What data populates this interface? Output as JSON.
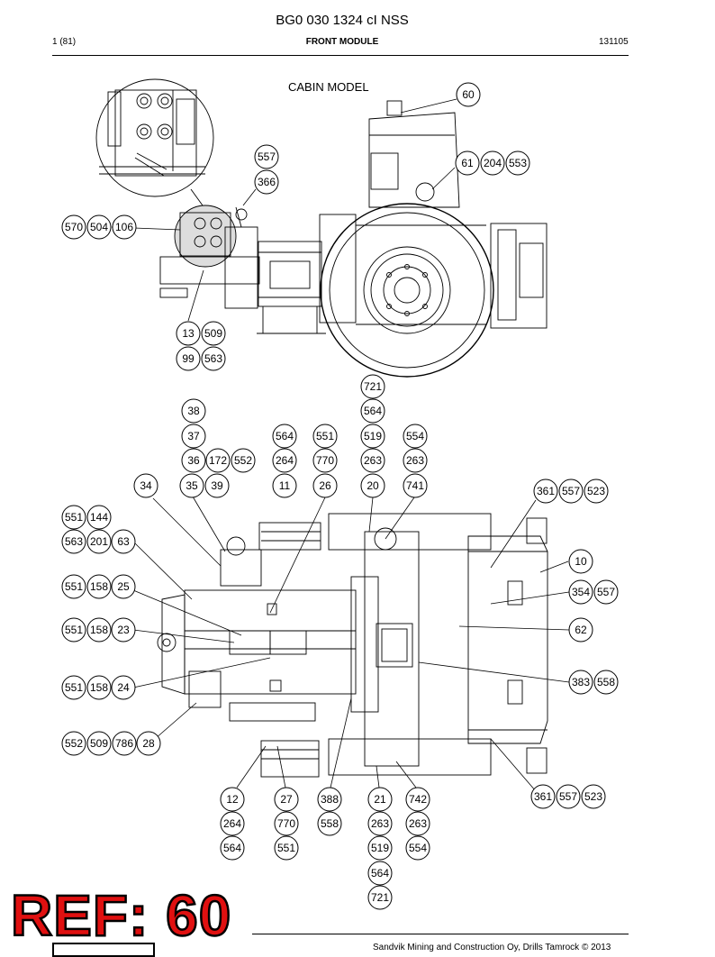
{
  "header": {
    "title": "BG0 030 1324 cI NSS",
    "page": "1 (81)",
    "section": "FRONT MODULE",
    "date": "131105"
  },
  "caption": "CABIN MODEL",
  "footer": "Sandvik Mining and Construction Oy, Drills Tamrock © 2013",
  "stamp": "REF: 60",
  "callouts": [
    "60",
    "557",
    "366",
    "61",
    "204",
    "553",
    "570",
    "504",
    "106",
    "13",
    "509",
    "99",
    "563",
    "721",
    "564",
    "38",
    "37",
    "36",
    "172",
    "552",
    "35",
    "39",
    "34",
    "564",
    "264",
    "11",
    "551",
    "770",
    "26",
    "519",
    "263",
    "20",
    "554",
    "263",
    "741",
    "361",
    "557",
    "523",
    "551",
    "144",
    "563",
    "201",
    "63",
    "10",
    "551",
    "158",
    "25",
    "354",
    "557",
    "551",
    "158",
    "23",
    "62",
    "551",
    "158",
    "24",
    "383",
    "558",
    "552",
    "509",
    "786",
    "28",
    "12",
    "264",
    "564",
    "27",
    "770",
    "551",
    "388",
    "558",
    "21",
    "263",
    "519",
    "564",
    "721",
    "742",
    "263",
    "554",
    "361",
    "557",
    "523"
  ]
}
